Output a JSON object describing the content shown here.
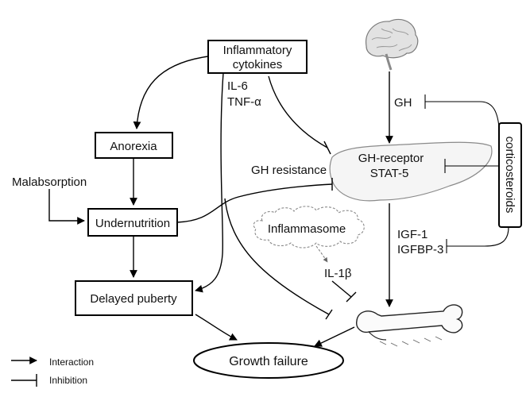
{
  "nodes": {
    "inflammatory_cytokines_line1": "Inflammatory",
    "inflammatory_cytokines_line2": "cytokines",
    "il6": "IL-6",
    "tnf": "TNF-α",
    "anorexia": "Anorexia",
    "malabsorption": "Malabsorption",
    "undernutrition": "Undernutrition",
    "delayed_puberty": "Delayed puberty",
    "growth_failure": "Growth failure",
    "gh": "GH",
    "gh_resistance": "GH resistance",
    "gh_receptor": "GH-receptor",
    "stat5": "STAT-5",
    "corticosteroids": "corticosteroids",
    "inflammasome": "Inflammasome",
    "il1b": "IL-1β",
    "igf1": "IGF-1",
    "igfbp3": "IGFBP-3"
  },
  "legend": {
    "interaction": "Interaction",
    "inhibition": "Inhibition"
  },
  "icons": [
    "brain-icon",
    "liver-icon",
    "femur-bone-icon"
  ]
}
